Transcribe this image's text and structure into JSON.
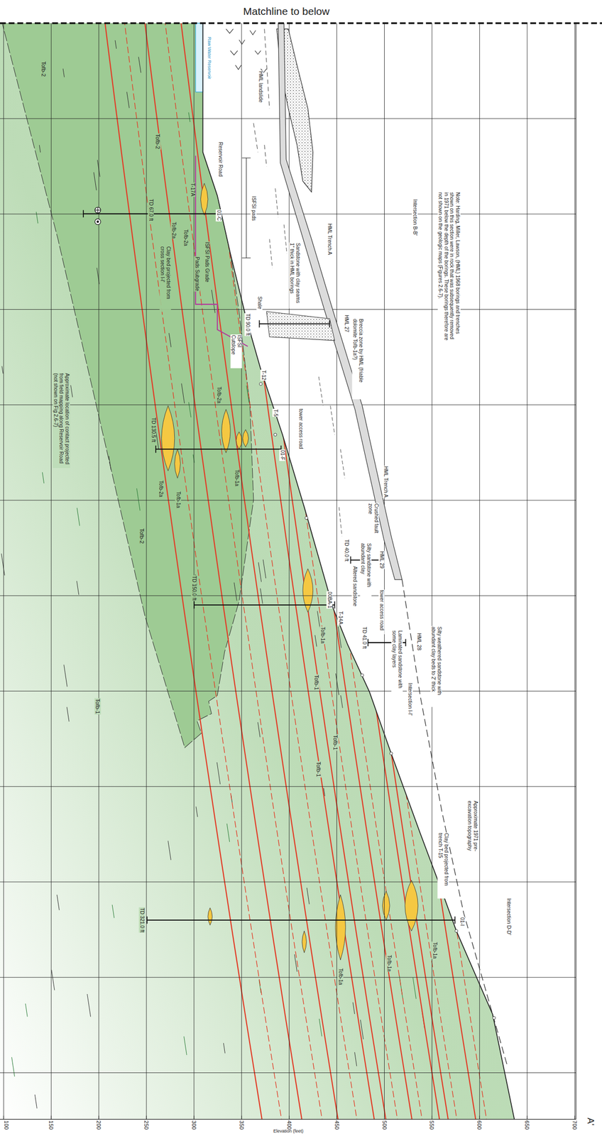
{
  "diagram": {
    "labels": [
      "Matchline to below",
      "A'",
      "100",
      "150",
      "200",
      "250",
      "300",
      "350",
      "400",
      "450",
      "500",
      "550",
      "600",
      "650",
      "700",
      "Elevation (feet)",
      "Raw Water Reservoir",
      "HML landslide",
      "Reservoir Road",
      "Note: Harding, Miller, Lawson, (HML) 1968 borings and trenches shown on this section were in rock that was subsequently removed in 1971 below the depth of the borings. These borings therefore are not shown on the geologic maps (Figures 2.6-7).",
      "Intersection B-B'",
      "HML Trench A",
      "Tofb-2",
      "Tofb-2",
      "T-17A",
      "01-C",
      "TD 67.0 ft",
      "ISFSI pads",
      "Tofb-2a",
      "Tofb-2a",
      "ISFSI Pads Grade",
      "Pads Subgrade",
      "Clay bed projected from cross section I-I'",
      "Sandstone with clay seams 1\" thick in HML borings",
      "Shale",
      "TD 90.0 ft",
      "HML 27",
      "Breccia zone by HML (friable dolomite Tofb-1a?)",
      "ISFSI Cutslope",
      "T-12",
      "Tofb-2a",
      "T-5",
      "tower access road",
      "01-F",
      "Tofb-1a",
      "TD 130.5 ft",
      "Approximate location of contact projected from field mapping along Reservoir Road (not shown on Fig 2.6-7)",
      "Tofb-2a",
      "Tofb-1a",
      "Tofb-2",
      "HML Trench A",
      "Crushed fault zone",
      "HML 29",
      "TD 40.0 ft",
      "Silty sandstone with abundant clay",
      "Altered sandstone",
      "tower access road",
      "00BA-1",
      "T-14A",
      "TD 150.0 ft",
      "Tofb-1a",
      "TD 41.0 ft",
      "HML 28",
      "Laminated sandstone with some clay layers",
      "Silty weathered sandstone with abundant clay beds to 2' thick",
      "Intersection I-I'",
      "Tofb-1",
      "Tofb-1",
      "Tofb-1",
      "Tofb-1",
      "Approximate 1971 pre-excavation topography",
      "Clay bed projected from trench T-15",
      "Intersection D-D'",
      "01-I",
      "TD 321.0 ft",
      "Tofb-1a",
      "Tofb-1a",
      "Tofb-1a"
    ]
  }
}
